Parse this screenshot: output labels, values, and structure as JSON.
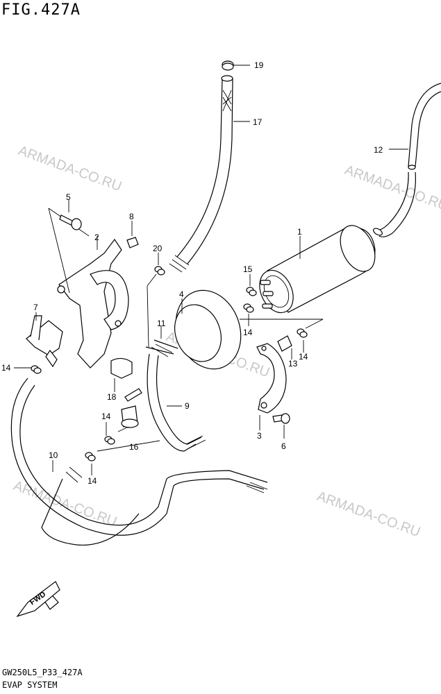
{
  "figure": {
    "title": "FIG.427A"
  },
  "footer": {
    "code": "GW250L5_P33_427A",
    "name": "EVAP SYSTEM"
  },
  "watermark": "ARMADA-CO.RU",
  "fwd_label": "FWD",
  "callouts": [
    "19",
    "17",
    "12",
    "1",
    "5",
    "8",
    "2",
    "20",
    "15",
    "14",
    "4",
    "7",
    "11",
    "13",
    "14",
    "14",
    "9",
    "18",
    "3",
    "14",
    "16",
    "6",
    "10",
    "14"
  ]
}
